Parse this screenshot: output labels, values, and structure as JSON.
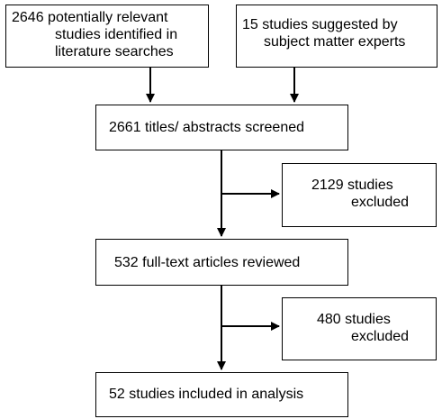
{
  "flowchart": {
    "literature_box": {
      "lines": [
        "2646 potentially relevant",
        "studies identified in",
        "literature searches"
      ]
    },
    "experts_box": {
      "lines": [
        "15 studies suggested by",
        "subject matter experts"
      ]
    },
    "screened_box": {
      "text": "2661 titles/ abstracts screened"
    },
    "excluded_1_box": {
      "lines": [
        "2129 studies",
        "excluded"
      ]
    },
    "fulltext_box": {
      "text": "532 full-text articles reviewed"
    },
    "excluded_2_box": {
      "lines": [
        "480 studies",
        "excluded"
      ]
    },
    "included_box": {
      "text": "52 studies included in analysis"
    }
  },
  "colors": {
    "border": "#000000",
    "text": "#000000",
    "background": "#ffffff"
  }
}
